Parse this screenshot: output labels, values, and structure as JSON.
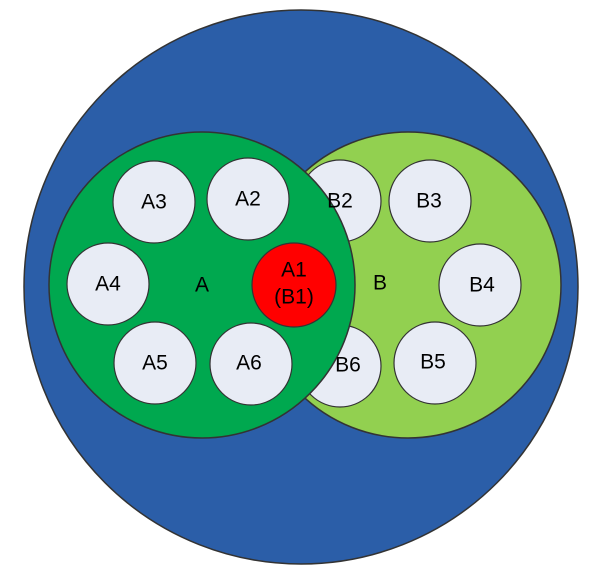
{
  "colors": {
    "outer_fill": "#2b5ea8",
    "group_a_fill": "#00a84f",
    "group_b_fill": "#92d050",
    "node_fill": "#e8ecf5",
    "highlight_fill": "#ff0000",
    "stroke": "#333333"
  },
  "labels": {
    "group_a": "A",
    "group_b": "B",
    "shared_line1": "A1",
    "shared_line2": "(B1)",
    "a2": "A2",
    "a3": "A3",
    "a4": "A4",
    "a5": "A5",
    "a6": "A6",
    "b2": "B2",
    "b3": "B3",
    "b4": "B4",
    "b5": "B5",
    "b6": "B6"
  }
}
